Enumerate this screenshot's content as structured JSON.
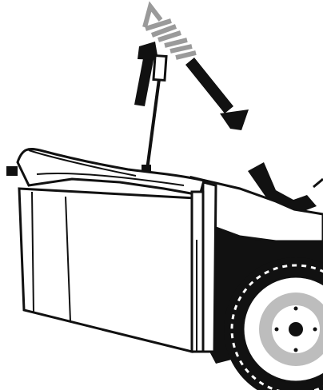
{
  "illustration": {
    "subject": "riding-mower-rear-grass-collector",
    "lever": {
      "state": "pulled-up"
    },
    "arrows": [
      {
        "name": "lever-pull-arrow",
        "direction": "up",
        "color": "#111111"
      },
      {
        "name": "collector-tilt-arrow",
        "direction": "down-right",
        "color": "#111111"
      },
      {
        "name": "motion-hint-arrow",
        "direction": "up-left",
        "color": "#9a9a9a",
        "style": "dashed"
      }
    ],
    "colors": {
      "outline": "#111111",
      "fill": "#ffffff",
      "hub_grey": "#bdbdbd",
      "motion_grey": "#9a9a9a"
    }
  }
}
